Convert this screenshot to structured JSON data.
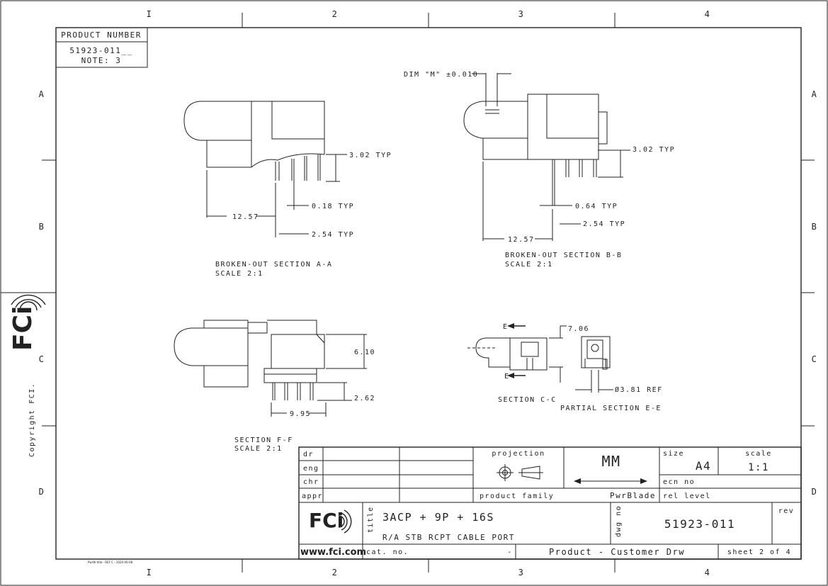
{
  "border": {
    "top_columns": [
      "I",
      "2",
      "3",
      "4"
    ],
    "bottom_columns": [
      "I",
      "2",
      "3",
      "4"
    ],
    "left_rows": [
      "A",
      "B",
      "C",
      "D"
    ],
    "right_rows": [
      "A",
      "B",
      "C",
      "D"
    ]
  },
  "product_box": {
    "header": "PRODUCT NUMBER",
    "number": "51923-011__",
    "note": "NOTE: 3"
  },
  "side_brand": {
    "logo": "FCi",
    "copyright": "Copyright FCI."
  },
  "views": {
    "aa": {
      "dims": [
        "3.02 TYP",
        "0.18 TYP",
        "12.57",
        "2.54 TYP"
      ],
      "caption": [
        "BROKEN-OUT SECTION  A-A",
        "SCALE  2:1"
      ]
    },
    "bb": {
      "top_dim": "DIM \"M\" ±0.010",
      "dims": [
        "3.02 TYP",
        "0.64 TYP",
        "2.54 TYP",
        "12.57"
      ],
      "caption": [
        "BROKEN-OUT SECTION  B-B",
        "SCALE  2:1"
      ]
    },
    "ff": {
      "dims": [
        "6.10",
        "2.62",
        "9.95"
      ],
      "caption": [
        "SECTION  F-F",
        "SCALE  2:1"
      ]
    },
    "cc": {
      "markers": [
        "E",
        "E"
      ],
      "dim": "7.06",
      "caption": "SECTION  C-C"
    },
    "ee": {
      "dim": "Ø3.81 REF",
      "caption": "PARTIAL SECTION  E-E"
    }
  },
  "title_block": {
    "roles": [
      "dr",
      "eng",
      "chr",
      "appr"
    ],
    "projection_label": "projection",
    "units": "MM",
    "size_label": "size",
    "size_value": "A4",
    "scale_label": "scale",
    "scale_value": "1:1",
    "ecn_label": "ecn no",
    "product_family_label": "product family",
    "product_family_value": "PwrBlade",
    "rel_level_label": "rel level",
    "logo": "FCi",
    "website": "www.fci.com",
    "title_label": "title",
    "title_line1": "3ACP + 9P + 16S",
    "title_line2": "R/A STB RCPT CABLE PORT",
    "dwg_no_label": "dwg no",
    "dwg_no_value": "51923-011",
    "rev_label": "rev",
    "cat_no_label": "cat. no.",
    "cat_no_value": "-",
    "drawing_type": "Product - Customer Drw",
    "sheet": "sheet 2 of 4"
  },
  "footer_note": "PwrBl title - REF C - 2020-06-08"
}
